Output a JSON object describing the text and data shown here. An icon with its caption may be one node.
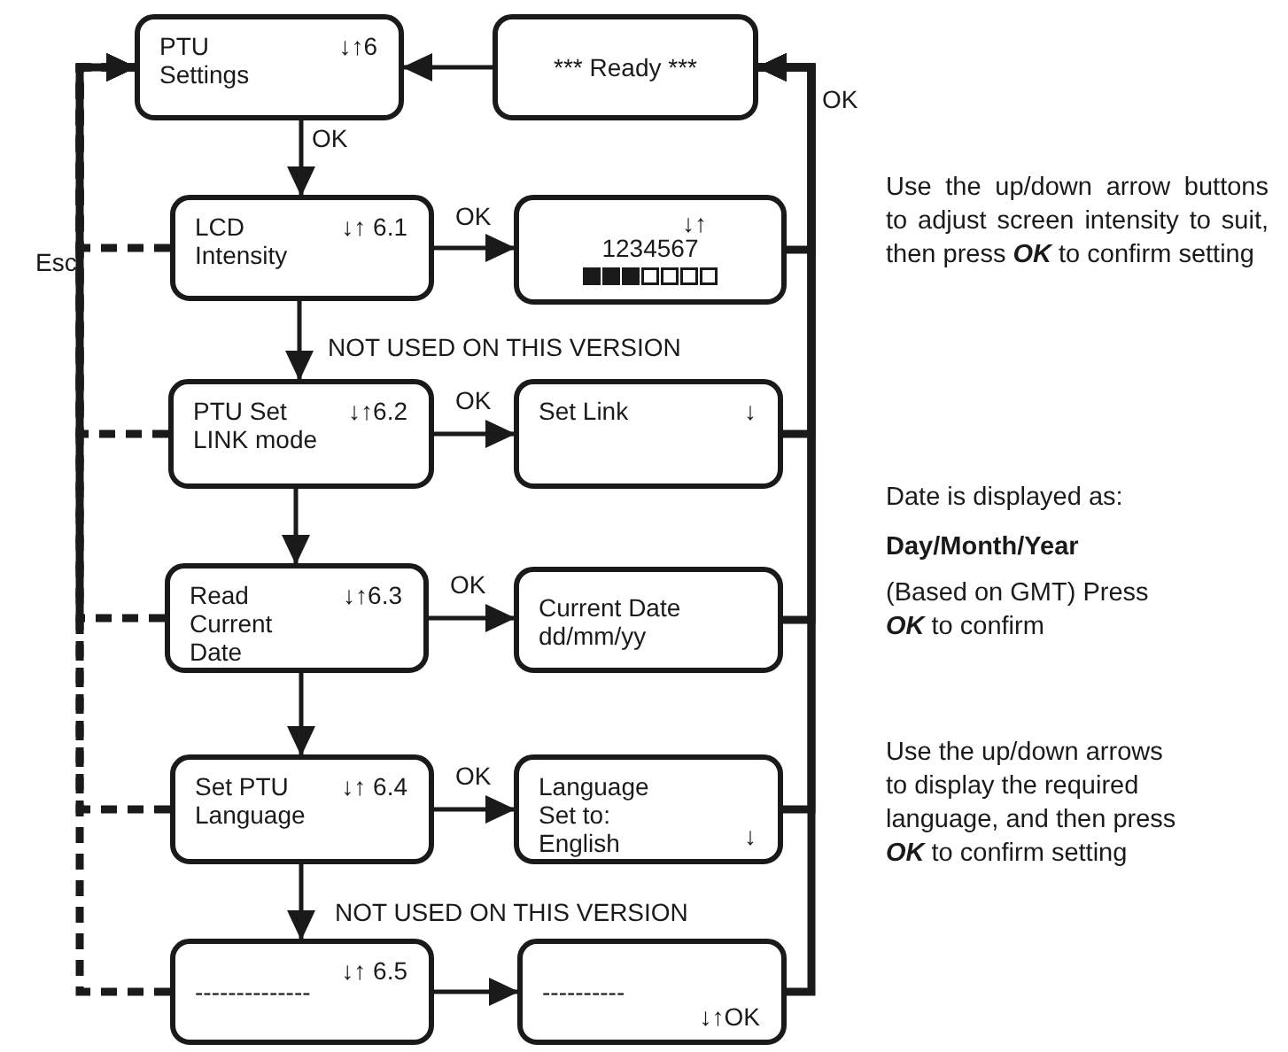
{
  "diagram": {
    "nodes": [
      {
        "text": [
          "PTU Settings",
          "↓↑6"
        ]
      },
      {
        "text": [
          "*** Ready ***"
        ]
      },
      {
        "text": [
          "LCD Intensity",
          "↓↑ 6.1"
        ]
      },
      {
        "text": [
          "↓↑",
          "1234567"
        ]
      },
      {
        "text": [
          "PTU Set LINK mode",
          "↓↑6.2"
        ]
      },
      {
        "text": [
          "Set Link",
          "↓"
        ]
      },
      {
        "text": [
          "Read Current Date",
          "↓↑6.3"
        ]
      },
      {
        "text": [
          "Current Date dd/mm/yy"
        ]
      },
      {
        "text": [
          "Set PTU Language",
          "↓↑ 6.4"
        ]
      },
      {
        "text": [
          "Language Set to: English",
          "↓"
        ]
      },
      {
        "text": [
          "--------------",
          "↓↑ 6.5"
        ]
      },
      {
        "text": [
          "----------",
          "↓↑OK"
        ]
      }
    ],
    "edges": [
      {
        "from": 1,
        "to": 0,
        "arrow": "to"
      },
      {
        "from": 0,
        "to": 2,
        "arrow": "to",
        "label": "OK"
      },
      {
        "from": 2,
        "to": 3,
        "arrow": "to",
        "label": "OK"
      },
      {
        "from": 2,
        "to": 4,
        "arrow": "to"
      },
      {
        "from": 4,
        "to": 5,
        "arrow": "to",
        "label": "OK"
      },
      {
        "from": 4,
        "to": 6,
        "arrow": "to"
      },
      {
        "from": 6,
        "to": 7,
        "arrow": "to",
        "label": "OK"
      },
      {
        "from": 6,
        "to": 8,
        "arrow": "to"
      },
      {
        "from": 8,
        "to": 9,
        "arrow": "to",
        "label": "OK"
      },
      {
        "from": 8,
        "to": 10,
        "arrow": "to"
      },
      {
        "from": 10,
        "to": 11,
        "arrow": "to"
      },
      {
        "from": 3,
        "to": 1,
        "arrow": "to",
        "style": "thick",
        "label": "OK"
      },
      {
        "from": 5,
        "to": 1,
        "arrow": "to",
        "style": "thick"
      },
      {
        "from": 7,
        "to": 1,
        "arrow": "to",
        "style": "thick"
      },
      {
        "from": 9,
        "to": 1,
        "arrow": "to",
        "style": "thick"
      },
      {
        "from": 11,
        "to": 1,
        "arrow": "to",
        "style": "thick"
      },
      {
        "from": 2,
        "to": 0,
        "arrow": "to",
        "style": "dashed",
        "label": "Esc"
      },
      {
        "from": 4,
        "to": 0,
        "arrow": "to",
        "style": "dashed"
      },
      {
        "from": 6,
        "to": 0,
        "arrow": "to",
        "style": "dashed"
      },
      {
        "from": 8,
        "to": 0,
        "arrow": "to",
        "style": "dashed"
      },
      {
        "from": 10,
        "to": 0,
        "arrow": "to",
        "style": "dashed"
      }
    ],
    "labels": [
      "Use the up/down arrow buttons to adjust screen intensity to suit, then press **OK** to confirm setting",
      "NOT USED ON THIS VERSION",
      "Date is displayed as:",
      "Day/Month/Year",
      "(Based on GMT) Press **OK** to confirm",
      "NOT USED ON THIS VERSION",
      "Use the up/down arrows to display the required language, and then press **OK** to confirm setting"
    ]
  }
}
